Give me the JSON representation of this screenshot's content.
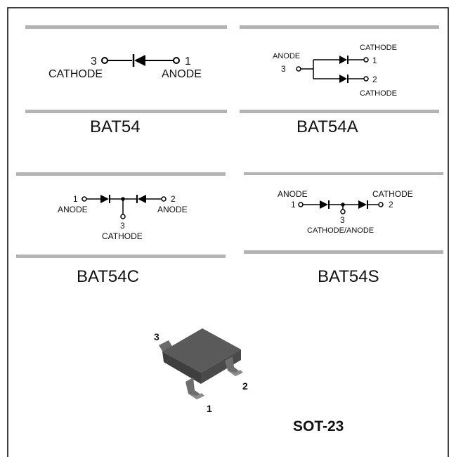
{
  "panels": {
    "bat54": {
      "name": "BAT54",
      "pin_left": "3",
      "pin_right": "1",
      "label_left": "CATHODE",
      "label_right": "ANODE"
    },
    "bat54a": {
      "name": "BAT54A",
      "anode_label": "ANODE",
      "anode_pin": "3",
      "cathode_top_label": "CATHODE",
      "pin_top": "1",
      "pin_bottom": "2",
      "cathode_bottom_label": "CATHODE"
    },
    "bat54c": {
      "name": "BAT54C",
      "pin_left": "1",
      "pin_right": "2",
      "pin_center": "3",
      "label_left": "ANODE",
      "label_right": "ANODE",
      "label_center": "CATHODE"
    },
    "bat54s": {
      "name": "BAT54S",
      "pin_left": "1",
      "pin_right": "2",
      "pin_center": "3",
      "label_left": "ANODE",
      "label_right": "CATHODE",
      "label_center": "CATHODE/ANODE"
    }
  },
  "package": {
    "name": "SOT-23",
    "pin1": "1",
    "pin2": "2",
    "pin3": "3"
  },
  "colors": {
    "divider": "#b3b3b3",
    "body": "#555555",
    "line": "#000000"
  }
}
